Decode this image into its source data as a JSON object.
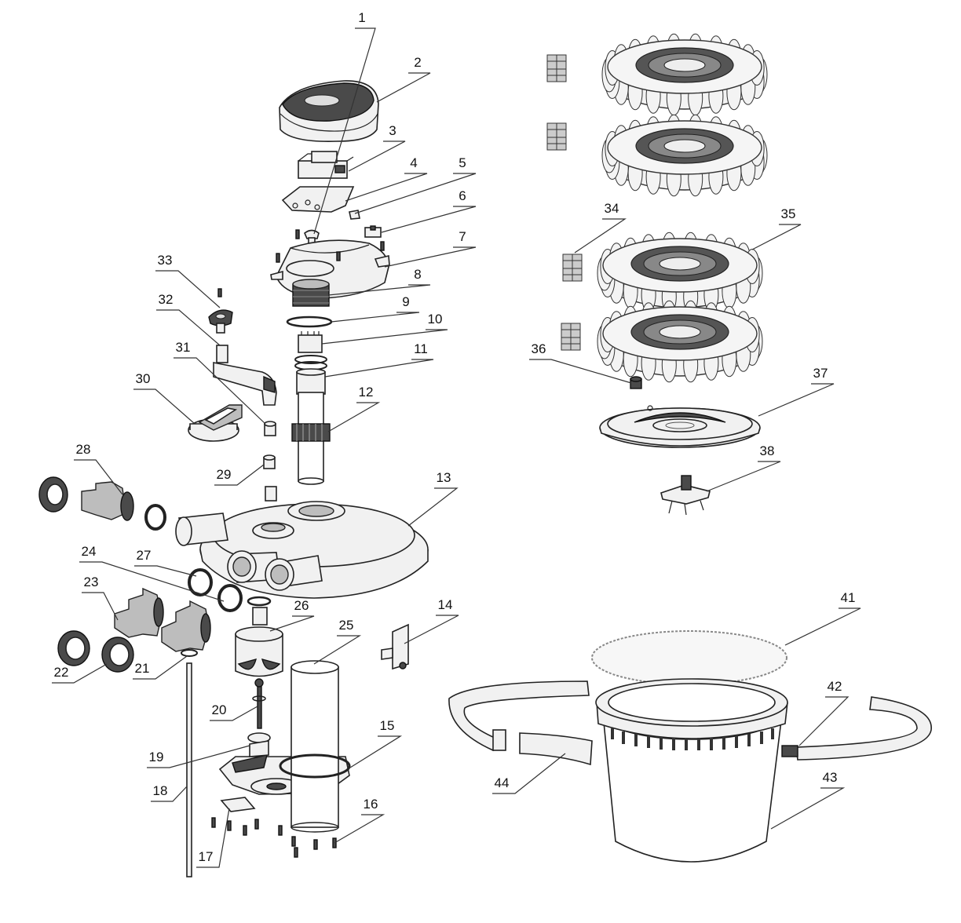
{
  "diagram": {
    "type": "exploded-parts-diagram",
    "callouts": [
      {
        "id": "1",
        "label": "1"
      },
      {
        "id": "2",
        "label": "2"
      },
      {
        "id": "3",
        "label": "3"
      },
      {
        "id": "4",
        "label": "4"
      },
      {
        "id": "5",
        "label": "5"
      },
      {
        "id": "6",
        "label": "6"
      },
      {
        "id": "7",
        "label": "7"
      },
      {
        "id": "8",
        "label": "8"
      },
      {
        "id": "9",
        "label": "9"
      },
      {
        "id": "10",
        "label": "10"
      },
      {
        "id": "11",
        "label": "11"
      },
      {
        "id": "12",
        "label": "12"
      },
      {
        "id": "13",
        "label": "13"
      },
      {
        "id": "14",
        "label": "14"
      },
      {
        "id": "15",
        "label": "15"
      },
      {
        "id": "16",
        "label": "16"
      },
      {
        "id": "17",
        "label": "17"
      },
      {
        "id": "18",
        "label": "18"
      },
      {
        "id": "19",
        "label": "19"
      },
      {
        "id": "20",
        "label": "20"
      },
      {
        "id": "21",
        "label": "21"
      },
      {
        "id": "22",
        "label": "22"
      },
      {
        "id": "23",
        "label": "23"
      },
      {
        "id": "24",
        "label": "24"
      },
      {
        "id": "25",
        "label": "25"
      },
      {
        "id": "26",
        "label": "26"
      },
      {
        "id": "27",
        "label": "27"
      },
      {
        "id": "28",
        "label": "28"
      },
      {
        "id": "29",
        "label": "29"
      },
      {
        "id": "30",
        "label": "30"
      },
      {
        "id": "31",
        "label": "31"
      },
      {
        "id": "32",
        "label": "32"
      },
      {
        "id": "33",
        "label": "33"
      },
      {
        "id": "34",
        "label": "34"
      },
      {
        "id": "35",
        "label": "35"
      },
      {
        "id": "36",
        "label": "36"
      },
      {
        "id": "37",
        "label": "37"
      },
      {
        "id": "38",
        "label": "38"
      },
      {
        "id": "41",
        "label": "41"
      },
      {
        "id": "42",
        "label": "42"
      },
      {
        "id": "43",
        "label": "43"
      },
      {
        "id": "44",
        "label": "44"
      }
    ]
  }
}
